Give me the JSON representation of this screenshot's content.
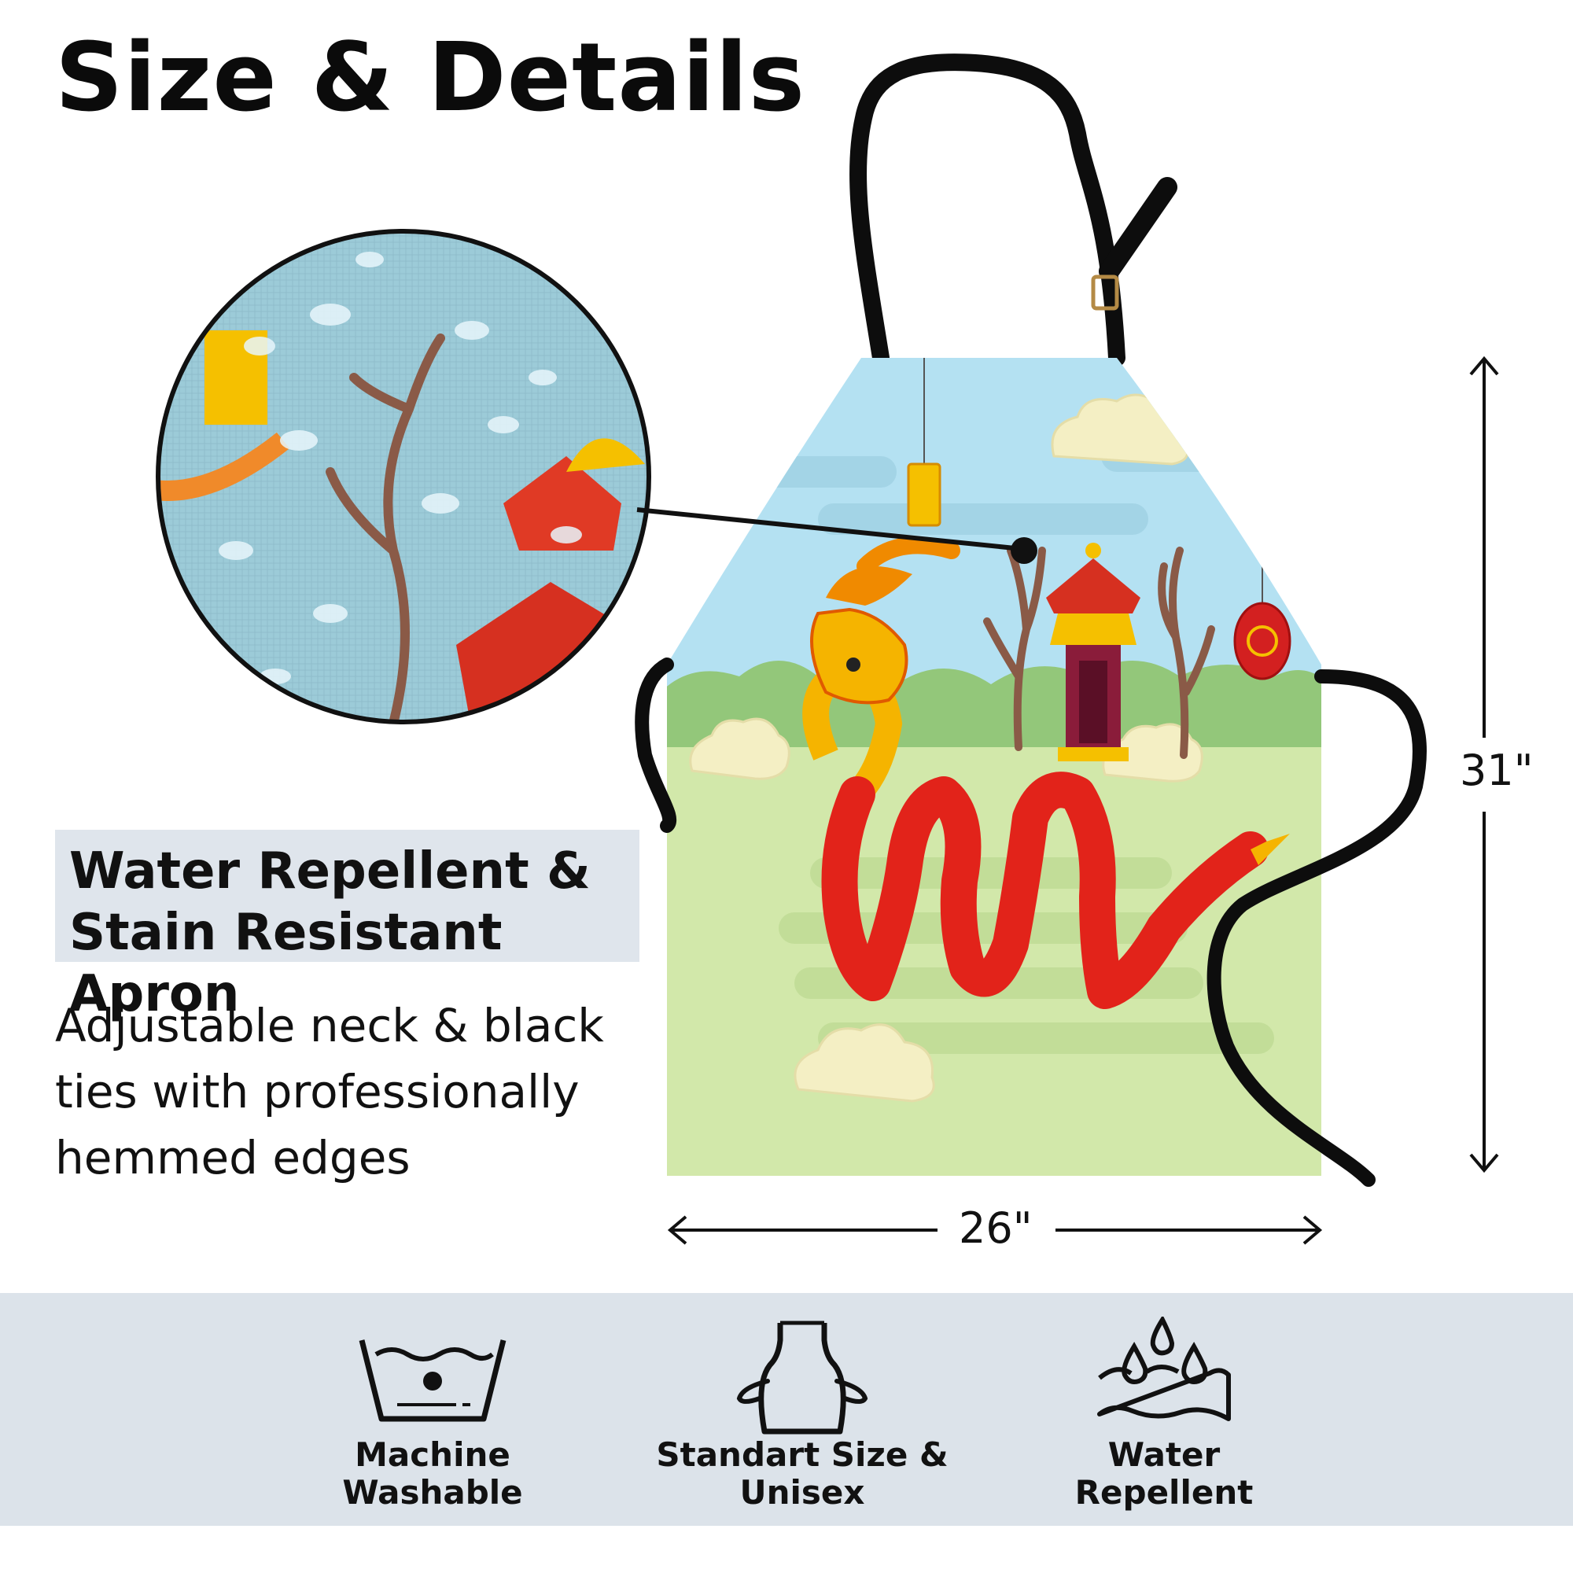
{
  "title": "Size & Details",
  "badge": {
    "line1": "Water Repellent &",
    "line2": "Stain Resistant Apron"
  },
  "description": {
    "line1": "Adjustable neck & black",
    "line2": "ties with professionally",
    "line3": "hemmed edges"
  },
  "dimensions": {
    "height": "31\"",
    "width": "26\""
  },
  "features": [
    {
      "icon": "washing-tub-icon",
      "line1": "Machine",
      "line2": "Washable"
    },
    {
      "icon": "apron-icon",
      "line1": "Standart Size &",
      "line2": "Unisex"
    },
    {
      "icon": "water-drops-icon",
      "line1": "Water",
      "line2": "Repellent"
    }
  ],
  "colors": {
    "footer_bg": "#dce3ea",
    "badge_bg": "#dfe5ec",
    "strap": "#0d0d0d",
    "sky": "#b4e1f2",
    "grass": "#d2e8aa",
    "dragon_red": "#e2231a",
    "dragon_gold": "#f5b400"
  }
}
